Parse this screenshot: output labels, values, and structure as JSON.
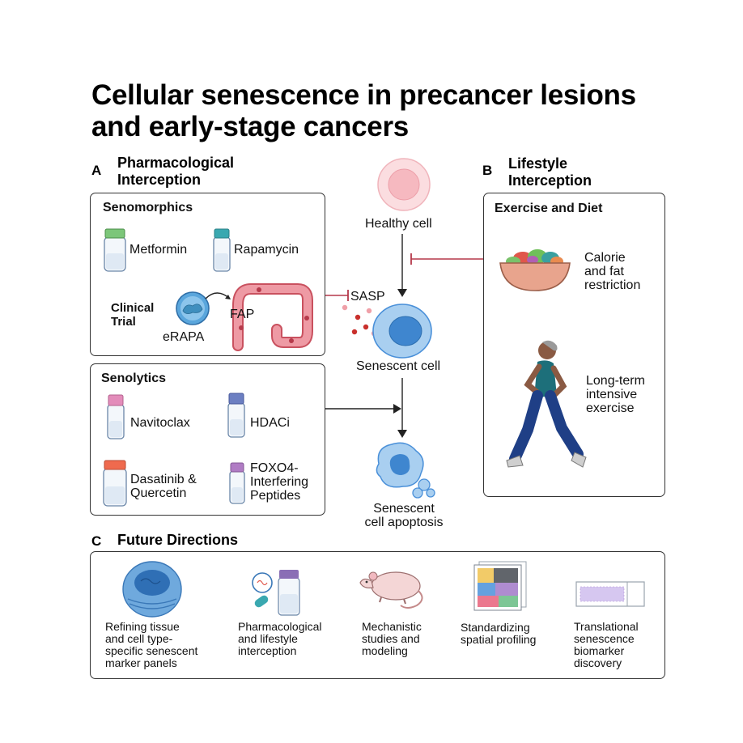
{
  "title_line1": "Cellular senescence in precancer lesions",
  "title_line2": "and early-stage cancers",
  "section_a": {
    "letter": "A",
    "title_line1": "Pharmacological",
    "title_line2": "Interception",
    "senomorphics": {
      "title": "Senomorphics",
      "drug1": "Metformin",
      "drug2": "Rapamycin",
      "trial_line1": "Clinical",
      "trial_line2": "Trial",
      "erapa": "eRAPA",
      "fap": "FAP"
    },
    "senolytics": {
      "title": "Senolytics",
      "drug1": "Navitoclax",
      "drug2": "HDACi",
      "drug3_line1": "Dasatinib &",
      "drug3_line2": "Quercetin",
      "drug4_line1": "FOXO4-",
      "drug4_line2": "Interfering",
      "drug4_line3": "Peptides"
    }
  },
  "center": {
    "healthy": "Healthy cell",
    "sasp": "SASP",
    "senescent": "Senescent cell",
    "apoptosis_line1": "Senescent",
    "apoptosis_line2": "cell apoptosis"
  },
  "section_b": {
    "letter": "B",
    "title_line1": "Lifestyle",
    "title_line2": "Interception",
    "box_title": "Exercise and Diet",
    "diet_line1": "Calorie",
    "diet_line2": "and fat",
    "diet_line3": "restriction",
    "exercise_line1": "Long-term",
    "exercise_line2": "intensive",
    "exercise_line3": "exercise"
  },
  "section_c": {
    "letter": "C",
    "title": "Future Directions",
    "items": [
      {
        "l1": "Refining tissue",
        "l2": "and cell type-",
        "l3": "specific senescent",
        "l4": "marker panels"
      },
      {
        "l1": "Pharmacological",
        "l2": "and lifestyle",
        "l3": "interception",
        "l4": ""
      },
      {
        "l1": "Mechanistic",
        "l2": "studies and",
        "l3": "modeling",
        "l4": ""
      },
      {
        "l1": "Standardizing",
        "l2": "spatial profiling",
        "l3": "",
        "l4": ""
      },
      {
        "l1": "Translational",
        "l2": "senescence",
        "l3": "biomarker",
        "l4": "discovery"
      }
    ]
  },
  "colors": {
    "inhibit": "#b5384a",
    "cell_blue": "#4a90d9",
    "healthy_pink": "#f6b9c0"
  }
}
